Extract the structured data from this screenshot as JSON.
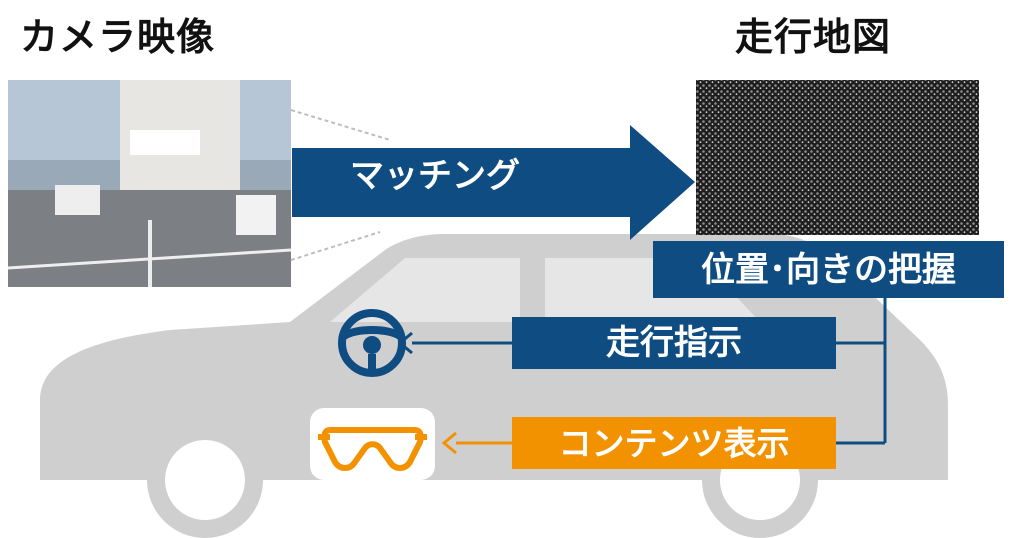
{
  "camera_heading": "カメラ映像",
  "map_heading": "走行地図",
  "matching_label": "マッチング",
  "pose_label": "位置･向きの把握",
  "drive_label": "走行指示",
  "content_label": "コンテンツ表示",
  "icons": {
    "steering": "steering-wheel-icon",
    "goggles": "goggles-icon"
  },
  "colors": {
    "navy": "#0f4c81",
    "orange": "#f39200",
    "car_gray": "#cfcfcf"
  }
}
